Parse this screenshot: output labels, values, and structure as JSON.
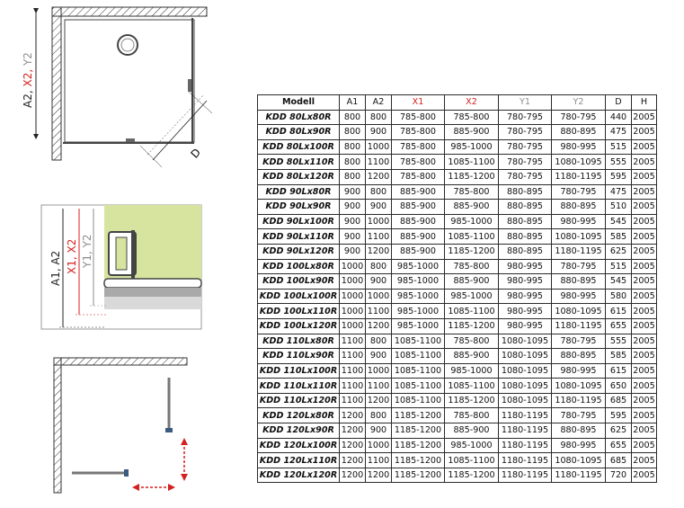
{
  "colors": {
    "red": "#d42020",
    "grey": "#8c8c8c",
    "wall_fill": "#d6e4a0",
    "tray_grey": "#a9a9a9",
    "tray_light": "#d9d9d9"
  },
  "drawing_top": {
    "dim_label_parts": [
      {
        "text": "A2, ",
        "color": "#222222"
      },
      {
        "text": "X2, ",
        "color": "#d42020"
      },
      {
        "text": "Y2",
        "color": "#8c8c8c"
      }
    ],
    "diag_label": "D"
  },
  "drawing_side": {
    "label_a": "A1, A2",
    "label_x_parts": [
      {
        "text": "X1, X2",
        "color": "#d42020"
      }
    ],
    "label_y": "Y1, Y2"
  },
  "icons": {
    "drain": "drain-circle-icon",
    "arrow_vertical": "double-arrow-vertical-icon",
    "arrow_horizontal": "double-arrow-horizontal-icon"
  },
  "table": {
    "headers": [
      {
        "text": "Modell",
        "color": "#111111"
      },
      {
        "text": "A1",
        "color": "#111111"
      },
      {
        "text": "A2",
        "color": "#111111"
      },
      {
        "text": "X1",
        "color": "#d42020"
      },
      {
        "text": "X2",
        "color": "#d42020"
      },
      {
        "text": "Y1",
        "color": "#8c8c8c"
      },
      {
        "text": "Y2",
        "color": "#8c8c8c"
      },
      {
        "text": "D",
        "color": "#111111"
      },
      {
        "text": "H",
        "color": "#111111"
      }
    ],
    "rows": [
      [
        "KDD 80Lx80R",
        "800",
        "800",
        "785-800",
        "785-800",
        "780-795",
        "780-795",
        "440",
        "2005"
      ],
      [
        "KDD 80Lx90R",
        "800",
        "900",
        "785-800",
        "885-900",
        "780-795",
        "880-895",
        "475",
        "2005"
      ],
      [
        "KDD 80Lx100R",
        "800",
        "1000",
        "785-800",
        "985-1000",
        "780-795",
        "980-995",
        "515",
        "2005"
      ],
      [
        "KDD 80Lx110R",
        "800",
        "1100",
        "785-800",
        "1085-1100",
        "780-795",
        "1080-1095",
        "555",
        "2005"
      ],
      [
        "KDD 80Lx120R",
        "800",
        "1200",
        "785-800",
        "1185-1200",
        "780-795",
        "1180-1195",
        "595",
        "2005"
      ],
      [
        "KDD 90Lx80R",
        "900",
        "800",
        "885-900",
        "785-800",
        "880-895",
        "780-795",
        "475",
        "2005"
      ],
      [
        "KDD 90Lx90R",
        "900",
        "900",
        "885-900",
        "885-900",
        "880-895",
        "880-895",
        "510",
        "2005"
      ],
      [
        "KDD 90Lx100R",
        "900",
        "1000",
        "885-900",
        "985-1000",
        "880-895",
        "980-995",
        "545",
        "2005"
      ],
      [
        "KDD 90Lx110R",
        "900",
        "1100",
        "885-900",
        "1085-1100",
        "880-895",
        "1080-1095",
        "585",
        "2005"
      ],
      [
        "KDD 90Lx120R",
        "900",
        "1200",
        "885-900",
        "1185-1200",
        "880-895",
        "1180-1195",
        "625",
        "2005"
      ],
      [
        "KDD 100Lx80R",
        "1000",
        "800",
        "985-1000",
        "785-800",
        "980-995",
        "780-795",
        "515",
        "2005"
      ],
      [
        "KDD 100Lx90R",
        "1000",
        "900",
        "985-1000",
        "885-900",
        "980-995",
        "880-895",
        "545",
        "2005"
      ],
      [
        "KDD 100Lx100R",
        "1000",
        "1000",
        "985-1000",
        "985-1000",
        "980-995",
        "980-995",
        "580",
        "2005"
      ],
      [
        "KDD 100Lx110R",
        "1000",
        "1100",
        "985-1000",
        "1085-1100",
        "980-995",
        "1080-1095",
        "615",
        "2005"
      ],
      [
        "KDD 100Lx120R",
        "1000",
        "1200",
        "985-1000",
        "1185-1200",
        "980-995",
        "1180-1195",
        "655",
        "2005"
      ],
      [
        "KDD 110Lx80R",
        "1100",
        "800",
        "1085-1100",
        "785-800",
        "1080-1095",
        "780-795",
        "555",
        "2005"
      ],
      [
        "KDD 110Lx90R",
        "1100",
        "900",
        "1085-1100",
        "885-900",
        "1080-1095",
        "880-895",
        "585",
        "2005"
      ],
      [
        "KDD 110Lx100R",
        "1100",
        "1000",
        "1085-1100",
        "985-1000",
        "1080-1095",
        "980-995",
        "615",
        "2005"
      ],
      [
        "KDD 110Lx110R",
        "1100",
        "1100",
        "1085-1100",
        "1085-1100",
        "1080-1095",
        "1080-1095",
        "650",
        "2005"
      ],
      [
        "KDD 110Lx120R",
        "1100",
        "1200",
        "1085-1100",
        "1185-1200",
        "1080-1095",
        "1180-1195",
        "685",
        "2005"
      ],
      [
        "KDD 120Lx80R",
        "1200",
        "800",
        "1185-1200",
        "785-800",
        "1180-1195",
        "780-795",
        "595",
        "2005"
      ],
      [
        "KDD 120Lx90R",
        "1200",
        "900",
        "1185-1200",
        "885-900",
        "1180-1195",
        "880-895",
        "625",
        "2005"
      ],
      [
        "KDD 120Lx100R",
        "1200",
        "1000",
        "1185-1200",
        "985-1000",
        "1180-1195",
        "980-995",
        "655",
        "2005"
      ],
      [
        "KDD 120Lx110R",
        "1200",
        "1100",
        "1185-1200",
        "1085-1100",
        "1180-1195",
        "1080-1095",
        "685",
        "2005"
      ],
      [
        "KDD 120Lx120R",
        "1200",
        "1200",
        "1185-1200",
        "1185-1200",
        "1180-1195",
        "1180-1195",
        "720",
        "2005"
      ]
    ]
  }
}
